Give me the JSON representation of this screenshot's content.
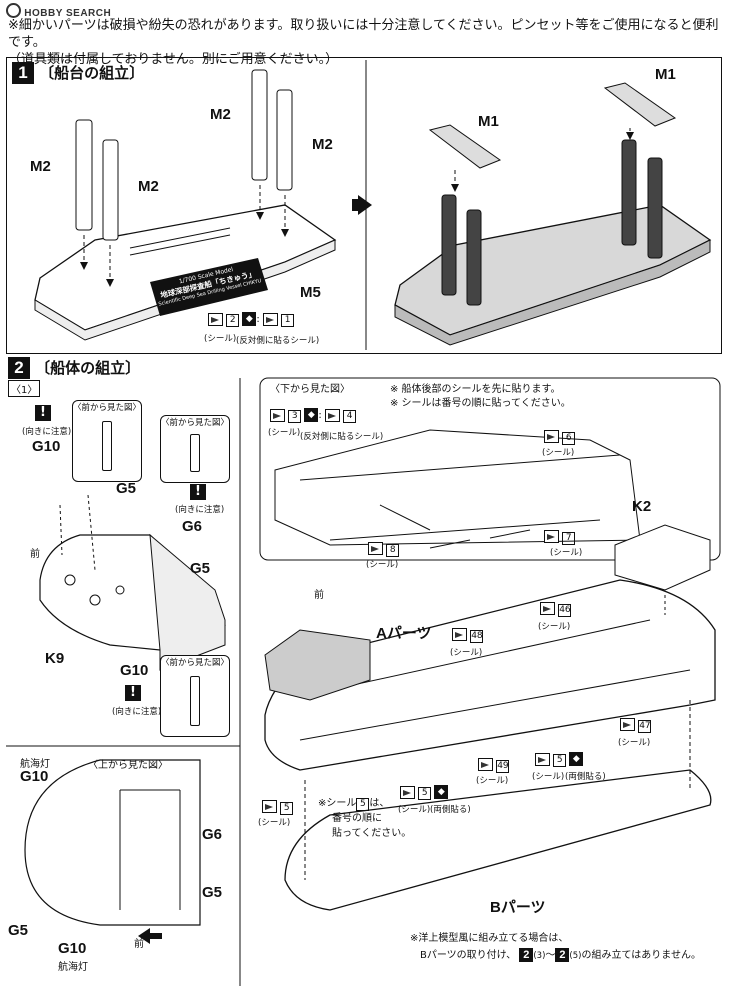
{
  "watermark": "HOBBY SEARCH",
  "notes": {
    "line1": "※細かいパーツは破損や紛失の恐れがあります。取り扱いには十分注意してください。ピンセット等をご使用になると便利です。",
    "line2": "（道具類は付属しておりません。別にご用意ください。）"
  },
  "step1": {
    "num": "1",
    "title": "〔船台の組立〕",
    "labels": {
      "m2_a": "M2",
      "m2_b": "M2",
      "m2_c": "M2",
      "m2_d": "M2",
      "m5": "M5",
      "m1_a": "M1",
      "m1_b": "M1"
    },
    "plate": {
      "line1": "1/700 Scale Model",
      "line2": "地球深部探査船「ちきゅう」",
      "line3": "Scientific Deep Sea Drilling Vessel CHIKYU"
    },
    "decal_a": "2",
    "decal_b": "1",
    "seal": "(シール)",
    "opposite": "(反対側に貼るシール)"
  },
  "step2": {
    "num": "2",
    "title": "〔船体の組立〕",
    "sub": "〈1〉",
    "front_view": "〈前から見た図〉",
    "caution": "(向きに注意)",
    "labels": {
      "g10_a": "G10",
      "g5_a": "G5",
      "g6_a": "G6",
      "g5_b": "G5",
      "k9": "K9",
      "g10_b": "G10",
      "front": "前"
    },
    "top_view": {
      "title": "〈上から見た図〉",
      "nav_light_top": "航海灯",
      "g10_top": "G10",
      "g6": "G6",
      "g5_r": "G5",
      "g5_l": "G5",
      "g10_bot": "G10",
      "nav_light_bot": "航海灯",
      "front": "前"
    },
    "bottom_view": {
      "title": "〈下から見た図〉",
      "note1": "※ 船体後部のシールを先に貼ります。",
      "note2": "※ シールは番号の順に貼ってください。",
      "d3": "3",
      "d4": "4",
      "d6": "6",
      "d7": "7",
      "d8": "8",
      "seal": "(シール)",
      "opposite": "(反対側に貼るシール)"
    },
    "hull": {
      "a_parts": "Aパーツ",
      "b_parts": "Bパーツ",
      "k2": "K2",
      "front": "前",
      "d46": "46",
      "d48": "48",
      "d47": "47",
      "d49": "49",
      "d5_a": "5",
      "d5_b": "5",
      "d5_c": "5",
      "seal": "(シール)",
      "both": "(両側貼る)",
      "note_seal_1": "※シール",
      "note_seal_2": "は、",
      "note_seal_3": "番号の順に",
      "note_seal_4": "貼ってください。",
      "footer_1": "※洋上模型風に組み立てる場合は、",
      "footer_2": "Bパーツの取り付け、",
      "footer_3": "の組み立てはありません。",
      "step_from": "2",
      "step_from_sub": "(3)",
      "tilde": "〜",
      "step_to": "2",
      "step_to_sub": "(5)"
    }
  }
}
